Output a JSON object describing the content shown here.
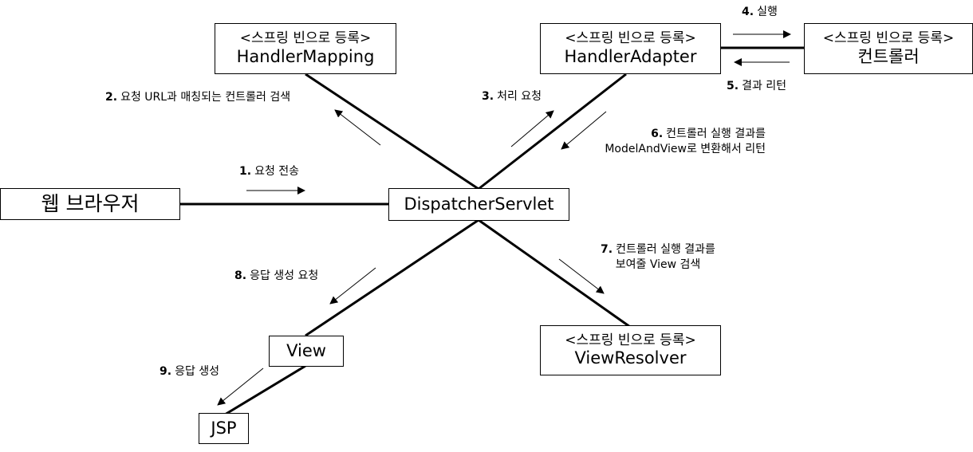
{
  "stereotype": "<스프링 빈으로 등록>",
  "boxes": {
    "handler_mapping": "HandlerMapping",
    "handler_adapter": "HandlerAdapter",
    "controller": "컨트롤러",
    "browser": "웹 브라우저",
    "dispatcher": "DispatcherServlet",
    "view": "View",
    "view_resolver": "ViewResolver",
    "jsp": "JSP"
  },
  "steps": {
    "s1": {
      "num": "1.",
      "text": "요청 전송"
    },
    "s2": {
      "num": "2.",
      "text": "요청 URL과 매칭되는 컨트롤러 검색"
    },
    "s3": {
      "num": "3.",
      "text": "처리 요청"
    },
    "s4": {
      "num": "4.",
      "text": "실행"
    },
    "s5": {
      "num": "5.",
      "text": "결과 리턴"
    },
    "s6": {
      "num": "6.",
      "text": "컨트롤러 실행 결과를",
      "text2": "ModelAndView로 변환해서 리턴"
    },
    "s7": {
      "num": "7.",
      "text": "컨트롤러 실행 결과를",
      "text2": "보여줄 View 검색"
    },
    "s8": {
      "num": "8.",
      "text": "응답 생성 요청"
    },
    "s9": {
      "num": "9.",
      "text": "응답 생성"
    }
  }
}
